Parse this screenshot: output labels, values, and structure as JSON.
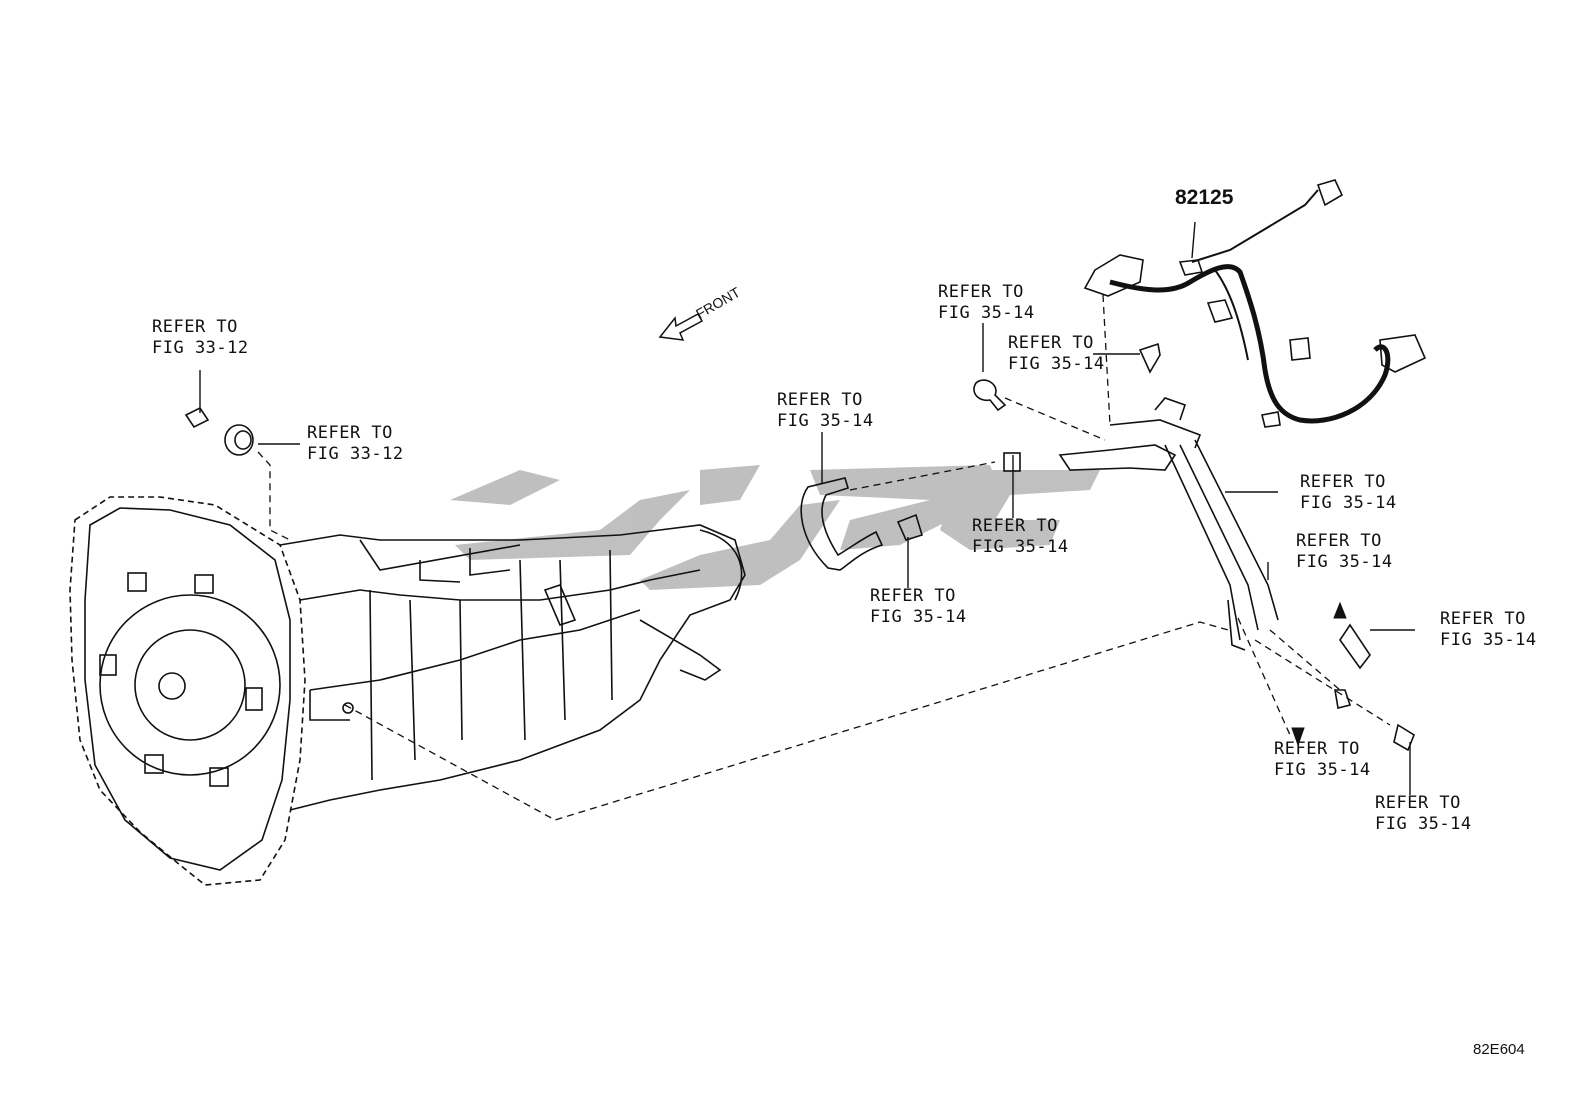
{
  "part_number": "82125",
  "diagram_code": "82E604",
  "front_label": "FRONT",
  "callouts": [
    {
      "line1": "REFER TO",
      "line2": "FIG 33-12"
    },
    {
      "line1": "REFER TO",
      "line2": "FIG 33-12"
    },
    {
      "line1": "REFER TO",
      "line2": "FIG 35-14"
    },
    {
      "line1": "REFER TO",
      "line2": "FIG 35-14"
    },
    {
      "line1": "REFER TO",
      "line2": "FIG 35-14"
    },
    {
      "line1": "REFER TO",
      "line2": "FIG 35-14"
    },
    {
      "line1": "REFER TO",
      "line2": "FIG 35-14"
    },
    {
      "line1": "REFER TO",
      "line2": "FIG 35-14"
    },
    {
      "line1": "REFER TO",
      "line2": "FIG 35-14"
    },
    {
      "line1": "REFER TO",
      "line2": "FIG 35-14"
    },
    {
      "line1": "REFER TO",
      "line2": "FIG 35-14"
    },
    {
      "line1": "REFER TO",
      "line2": "FIG 35-14"
    }
  ]
}
